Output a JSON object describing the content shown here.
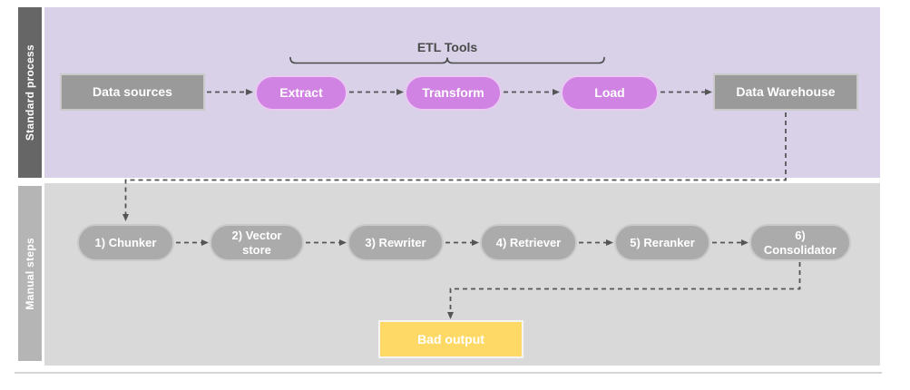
{
  "diagram": {
    "lanes": [
      {
        "label": "Standard process"
      },
      {
        "label": "Manual steps"
      }
    ],
    "etl_tools_label": "ETL Tools",
    "standard_process": {
      "data_sources": "Data sources",
      "extract": "Extract",
      "transform": "Transform",
      "load": "Load",
      "data_warehouse": "Data Warehouse"
    },
    "manual_steps": {
      "chunker": "1) Chunker",
      "vector_store": "2) Vector\nstore",
      "rewriter": "3) Rewriter",
      "retriever": "4) Retriever",
      "reranker": "5) Reranker",
      "consolidator": "6)\nConsolidator"
    },
    "bad_output": "Bad output",
    "colors": {
      "standard_lane_bar": "#666666",
      "standard_lane_bg": "#d8d1e8",
      "manual_lane_bar": "#b5b5b5",
      "manual_lane_bg": "#d9d9d9",
      "process_box": "#9a9a9a",
      "etl_pill": "#d083e2",
      "manual_pill": "#ababab",
      "bad_output_box": "#ffd966",
      "connector": "#555555",
      "node_text": "#ffffff",
      "annotation_text": "#4a4a4a"
    }
  }
}
